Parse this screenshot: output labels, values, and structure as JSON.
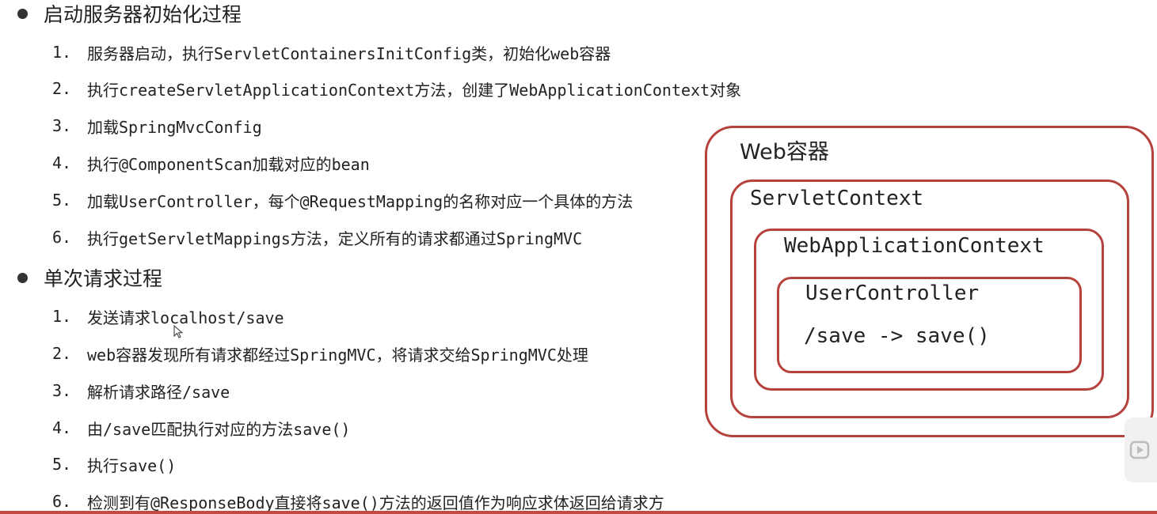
{
  "startup": {
    "title": "启动服务器初始化过程",
    "steps": [
      {
        "num": "1.",
        "text": "服务器启动，执行ServletContainersInitConfig类，初始化web容器"
      },
      {
        "num": "2.",
        "text": "执行createServletApplicationContext方法，创建了WebApplicationContext对象"
      },
      {
        "num": "3.",
        "text": "加载SpringMvcConfig"
      },
      {
        "num": "4.",
        "text": "执行@ComponentScan加载对应的bean"
      },
      {
        "num": "5.",
        "text": "加载UserController，每个@RequestMapping的名称对应一个具体的方法"
      },
      {
        "num": "6.",
        "text": "执行getServletMappings方法，定义所有的请求都通过SpringMVC"
      }
    ]
  },
  "request": {
    "title": "单次请求过程",
    "steps": [
      {
        "num": "1.",
        "text": "发送请求localhost/save"
      },
      {
        "num": "2.",
        "text": "web容器发现所有请求都经过SpringMVC，将请求交给SpringMVC处理"
      },
      {
        "num": "3.",
        "text": "解析请求路径/save"
      },
      {
        "num": "4.",
        "text": "由/save匹配执行对应的方法save()"
      },
      {
        "num": "5.",
        "text": "执行save()"
      },
      {
        "num": "6.",
        "text": "检测到有@ResponseBody直接将save()方法的返回值作为响应求体返回给请求方"
      }
    ]
  },
  "diagram": {
    "web_container": "Web容器",
    "servlet_context": "ServletContext",
    "web_app_context": "WebApplicationContext",
    "user_controller": "UserController",
    "mapping": "/save -> save()"
  },
  "colors": {
    "box_border": "#b5423c",
    "text": "#222222"
  }
}
